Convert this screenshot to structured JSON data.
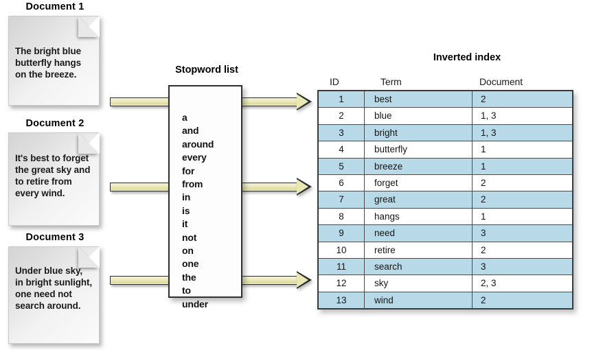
{
  "documents": [
    {
      "title": "Document 1",
      "text": "The bright blue butterfly hangs on the breeze."
    },
    {
      "title": "Document 2",
      "text": "It's best to forget the great sky and to retire from every wind."
    },
    {
      "title": "Document 3",
      "text": "Under blue sky, in bright sunlight, one need not search around."
    }
  ],
  "stopword": {
    "title": "Stopword list",
    "words": [
      "a",
      "and",
      "around",
      "every",
      "for",
      "from",
      "in",
      "is",
      "it",
      "not",
      "on",
      "one",
      "the",
      "to",
      "under"
    ]
  },
  "index": {
    "title": "Inverted index",
    "headers": {
      "id": "ID",
      "term": "Term",
      "document": "Document"
    },
    "rows": [
      {
        "id": "1",
        "term": "best",
        "document": "2"
      },
      {
        "id": "2",
        "term": "blue",
        "document": "1, 3"
      },
      {
        "id": "3",
        "term": "bright",
        "document": "1, 3"
      },
      {
        "id": "4",
        "term": "butterfly",
        "document": "1"
      },
      {
        "id": "5",
        "term": "breeze",
        "document": "1"
      },
      {
        "id": "6",
        "term": "forget",
        "document": "2"
      },
      {
        "id": "7",
        "term": "great",
        "document": "2"
      },
      {
        "id": "8",
        "term": "hangs",
        "document": "1"
      },
      {
        "id": "9",
        "term": "need",
        "document": "3"
      },
      {
        "id": "10",
        "term": "retire",
        "document": "2"
      },
      {
        "id": "11",
        "term": "search",
        "document": "3"
      },
      {
        "id": "12",
        "term": "sky",
        "document": "2, 3"
      },
      {
        "id": "13",
        "term": "wind",
        "document": "2"
      }
    ]
  },
  "colors": {
    "row_highlight": "#b8d9e8",
    "arrow_fill": "#eceab8",
    "arrow_stroke": "#2b2b2b",
    "document_paper": "#e8e8e8"
  }
}
